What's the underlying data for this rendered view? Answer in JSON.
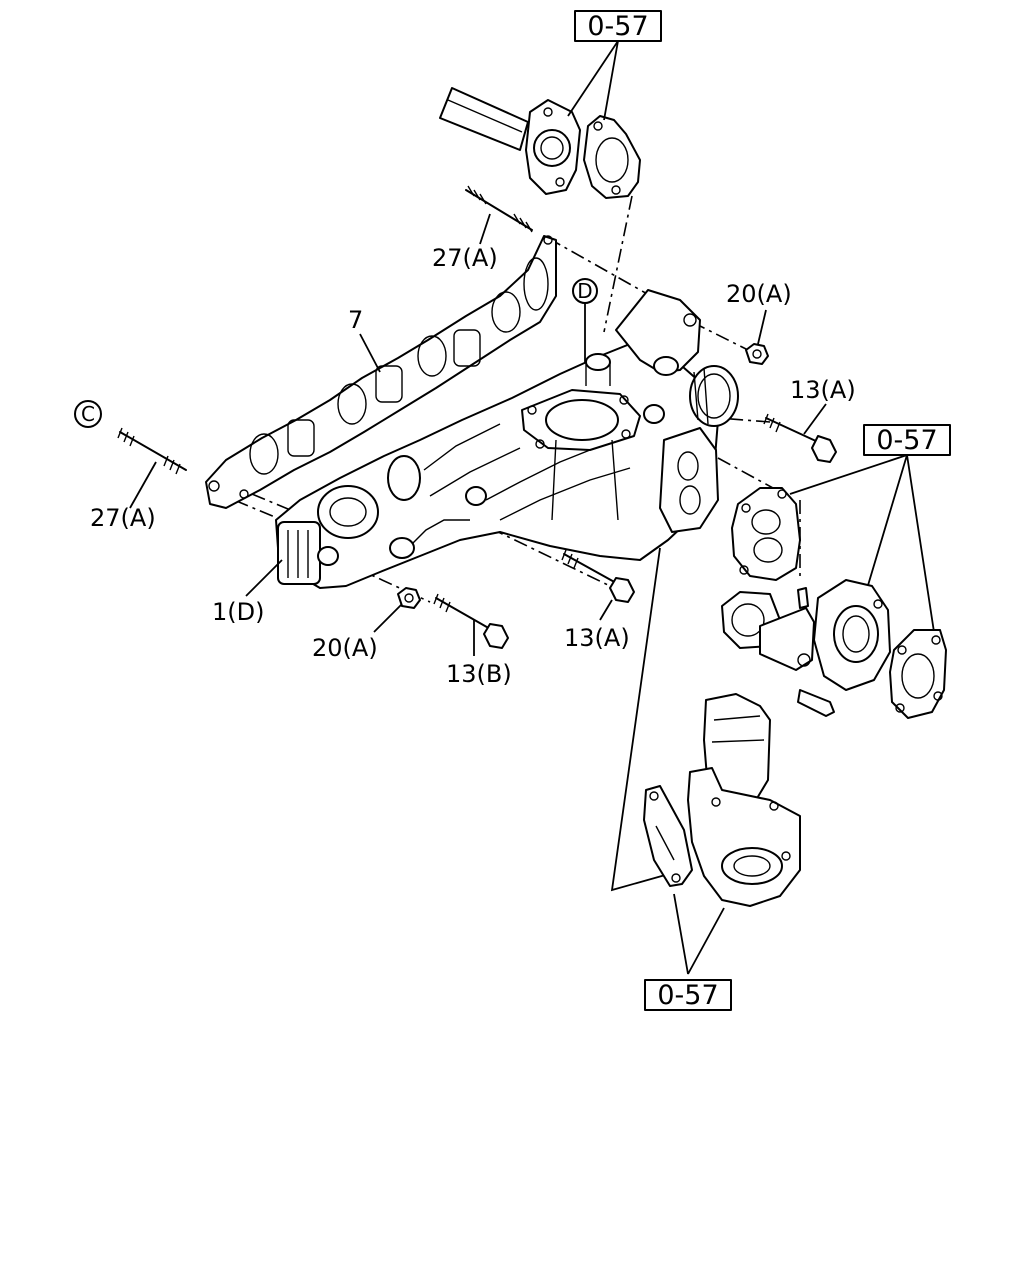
{
  "labels": {
    "ref_top": "0-57",
    "ref_right": "0-57",
    "ref_bottom": "0-57",
    "stud_27a_upper": "27(A)",
    "stud_27a_left": "27(A)",
    "gasket_7": "7",
    "circle_d": "D",
    "circle_c": "C",
    "nut_20a_upper": "20(A)",
    "nut_20a_lower": "20(A)",
    "bolt_13a_upper": "13(A)",
    "bolt_13a_lower": "13(A)",
    "bolt_13b": "13(B)",
    "manifold_1d": "1(D)"
  }
}
